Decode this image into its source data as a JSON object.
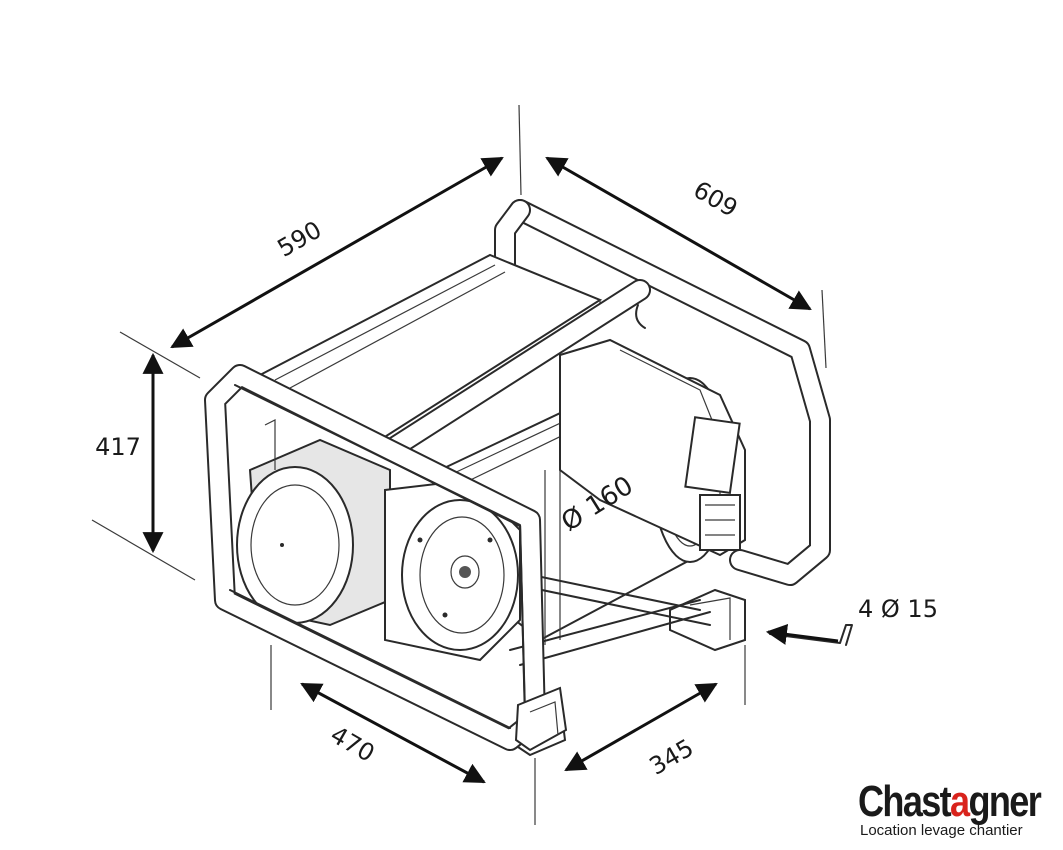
{
  "dimensions": {
    "length": "590",
    "width": "609",
    "height": "417",
    "base_length": "470",
    "base_width": "345",
    "drum_diameter": "Ø 160",
    "mounting_holes": "4 Ø 15"
  },
  "logo": {
    "brand_pre": "Chast",
    "brand_accent": "a",
    "brand_post": "gner",
    "tagline": "Location levage chantier"
  },
  "colors": {
    "line": "#2a2a2a",
    "brand_accent": "#d9231c"
  }
}
